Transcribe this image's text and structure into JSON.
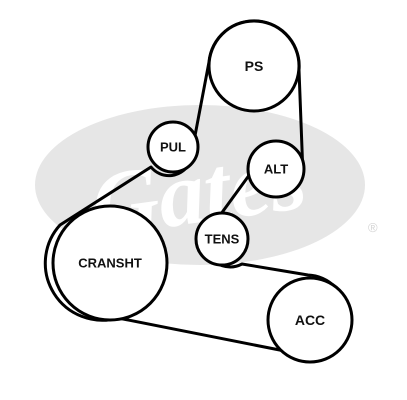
{
  "watermark": {
    "brand": "Gates",
    "registered_mark": "®",
    "color": "#e6e6e6"
  },
  "belt": {
    "color": "#000000"
  },
  "pulleys": [
    {
      "id": "ps",
      "label": "PS"
    },
    {
      "id": "pul",
      "label": "PUL"
    },
    {
      "id": "alt",
      "label": "ALT"
    },
    {
      "id": "tens",
      "label": "TENS"
    },
    {
      "id": "cransht",
      "label": "CRANSHT"
    },
    {
      "id": "acc",
      "label": "ACC"
    }
  ]
}
